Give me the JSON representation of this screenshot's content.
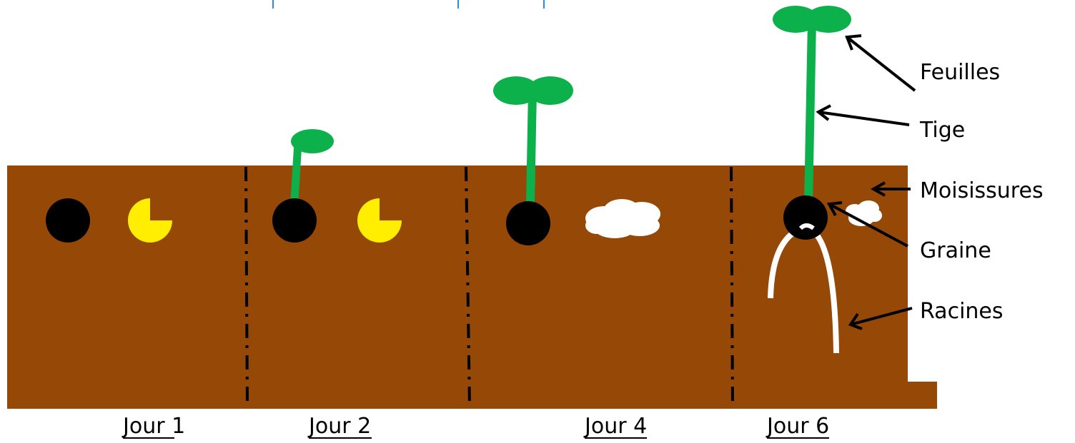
{
  "days": [
    "Jour 1",
    "Jour 2",
    "Jour 4",
    "Jour 6"
  ],
  "labels": {
    "leaves": "Feuilles",
    "stem": "Tige",
    "mold": "Moisissures",
    "seed": "Graine",
    "roots": "Racines"
  },
  "colors": {
    "soil": "#964807",
    "seed": "#000000",
    "plant": "#0db14b",
    "mold": "#ffffff",
    "yellow_seed": "#ffee00",
    "top_lines": "#2e8bd8"
  }
}
